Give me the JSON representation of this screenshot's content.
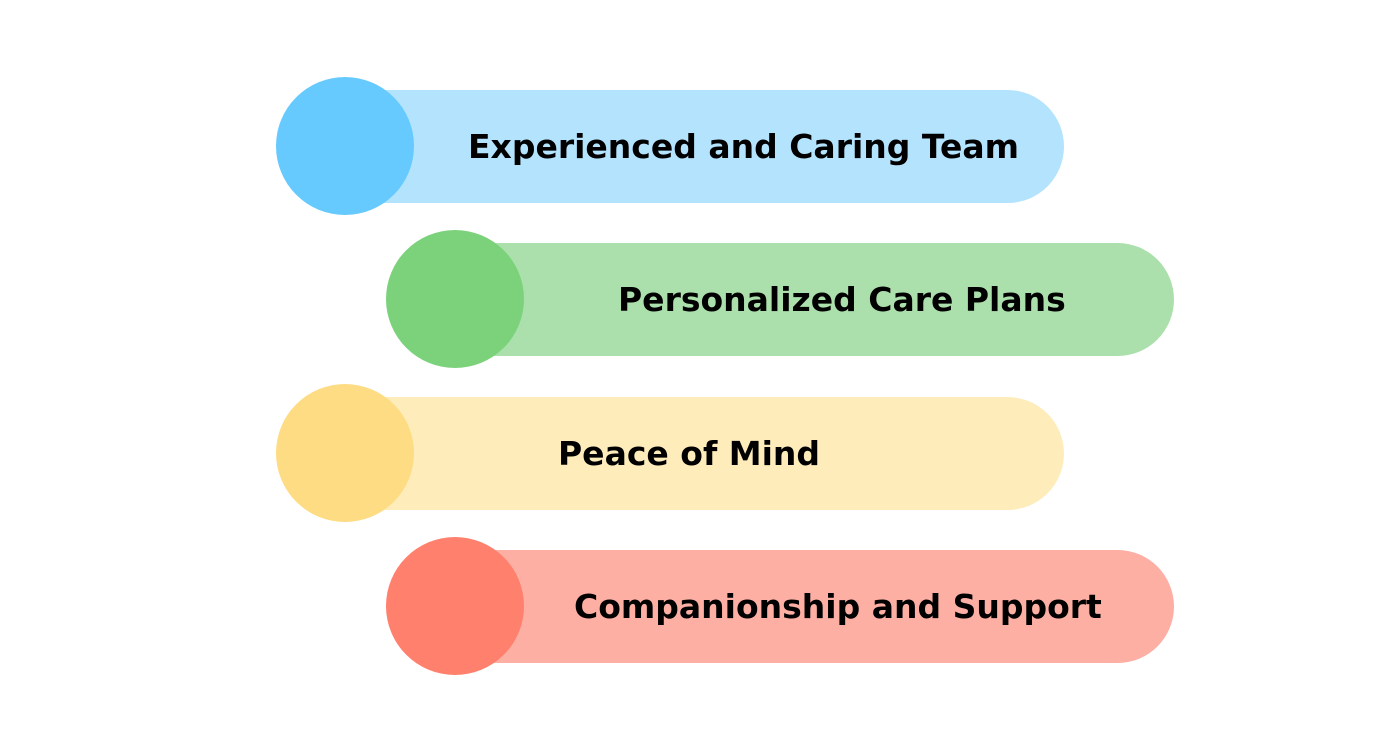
{
  "items": [
    {
      "label": "Experienced and Caring Team",
      "pill_color": "#b3e3fd",
      "circle_color": "#66cafe"
    },
    {
      "label": "Personalized Care Plans",
      "pill_color": "#abe0ac",
      "circle_color": "#7bd27b"
    },
    {
      "label": "Peace of Mind",
      "pill_color": "#feedbb",
      "circle_color": "#fddc83"
    },
    {
      "label": "Companionship and Support",
      "pill_color": "#fdafa4",
      "circle_color": "#ff806d"
    }
  ]
}
